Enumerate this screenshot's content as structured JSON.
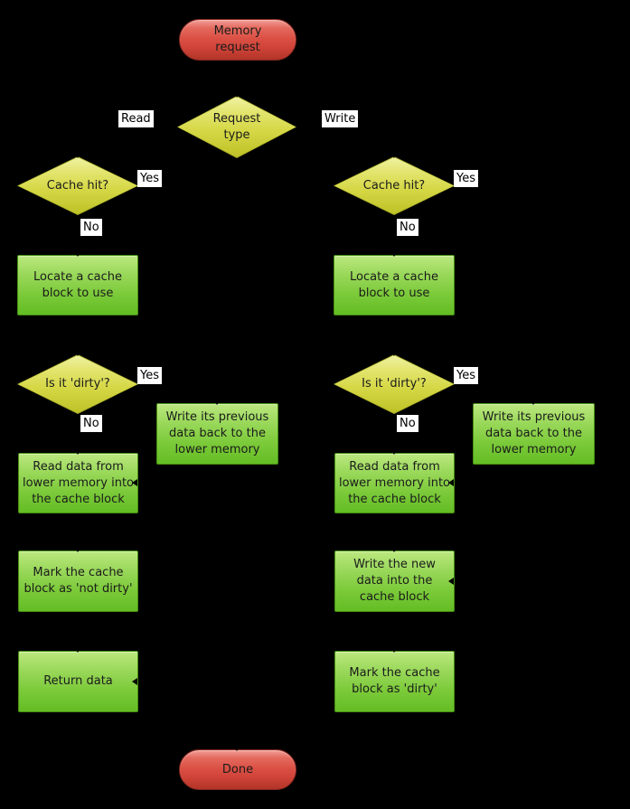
{
  "diagram": {
    "type": "flowchart",
    "background": "#000000",
    "nodes": {
      "memory_request": "Memory\nrequest",
      "request_type": "Request\ntype",
      "cache_hit_read": "Cache hit?",
      "cache_hit_write": "Cache hit?",
      "locate_read": "Locate a cache\nblock to use",
      "locate_write": "Locate a cache\nblock to use",
      "is_dirty_read": "Is it 'dirty'?",
      "is_dirty_write": "Is it 'dirty'?",
      "writeback_read": "Write its previous\ndata back to the\nlower memory",
      "writeback_write": "Write its previous\ndata back to the\nlower memory",
      "read_data_read": "Read data from\nlower memory into\nthe cache block",
      "read_data_write": "Read data from\nlower memory into\nthe cache block",
      "mark_not_dirty": "Mark the cache\nblock as 'not dirty'",
      "write_new_data": "Write the new\ndata into the\ncache block",
      "return_data": "Return data",
      "mark_dirty": "Mark the cache\nblock as 'dirty'",
      "done": "Done"
    },
    "edge_labels": {
      "read": "Read",
      "write": "Write",
      "yes_hit_read": "Yes",
      "no_hit_read": "No",
      "yes_hit_write": "Yes",
      "no_hit_write": "No",
      "yes_dirty_read": "Yes",
      "no_dirty_read": "No",
      "yes_dirty_write": "Yes",
      "no_dirty_write": "No"
    },
    "colors": {
      "process_gradient_top": "#bce87f",
      "process_gradient_bottom": "#63bd24",
      "process_border": "#478f13",
      "decision_gradient_top": "#f0f2a4",
      "decision_gradient_bottom": "#bec226",
      "decision_border": "#a2a723",
      "terminal_gradient_top": "#f2a099",
      "terminal_gradient_bottom": "#b23428",
      "terminal_border": "#86281f",
      "edge_label_background": "#ffffff",
      "text": "#1b1b1b",
      "connector": "#000000"
    }
  }
}
